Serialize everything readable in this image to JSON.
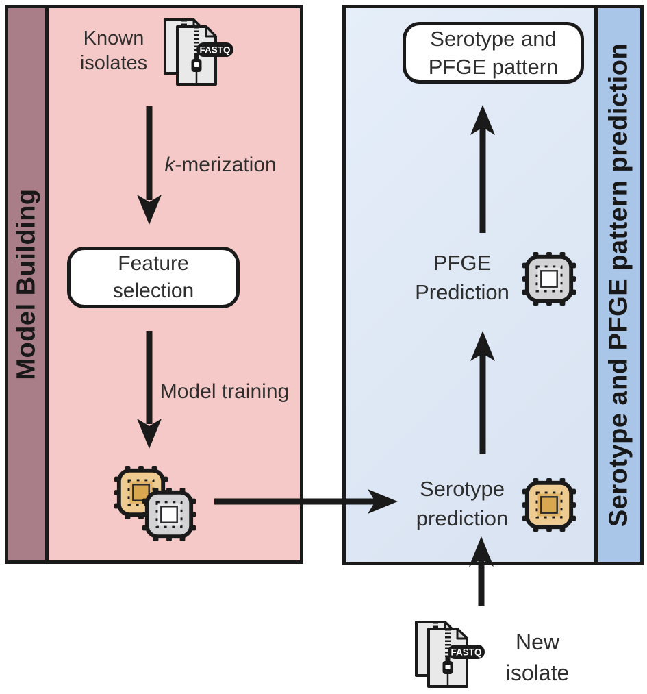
{
  "colors": {
    "ink": "#1a1a1a",
    "panel_pink": "#f5c9c7",
    "sidebar_mauve": "#aa7e88",
    "panel_blue": "#dfe8f5",
    "sidebar_blue": "#a9c6e8",
    "box_white": "#ffffff",
    "chip_orange": "#eecb90",
    "chip_orange_plate": "#e2b468",
    "chip_orange_inner": "#d9a750",
    "chip_gray": "#d3d3d5",
    "chip_gray_plate": "#e7e7e9",
    "chip_gray_inner": "#fdfdfd",
    "doc_gray": "#e9e9e9",
    "doc_fold": "#d6d6d6"
  },
  "left_panel": {
    "sidebar_label": "Model Building",
    "known_isolates": "Known\nisolates",
    "kmerization_prefix": "k",
    "kmerization_suffix": "-merization",
    "feature_selection": "Feature\nselection",
    "model_training": "Model training"
  },
  "right_panel": {
    "sidebar_label": "Serotype and PFGE pattern prediction",
    "result_box": "Serotype and\nPFGE pattern",
    "pfge_prediction": "PFGE\nPrediction",
    "serotype_prediction": "Serotype\nprediction"
  },
  "external": {
    "new_isolate": "New\nisolate"
  },
  "icons": {
    "fastq_label": "FASTQ"
  }
}
